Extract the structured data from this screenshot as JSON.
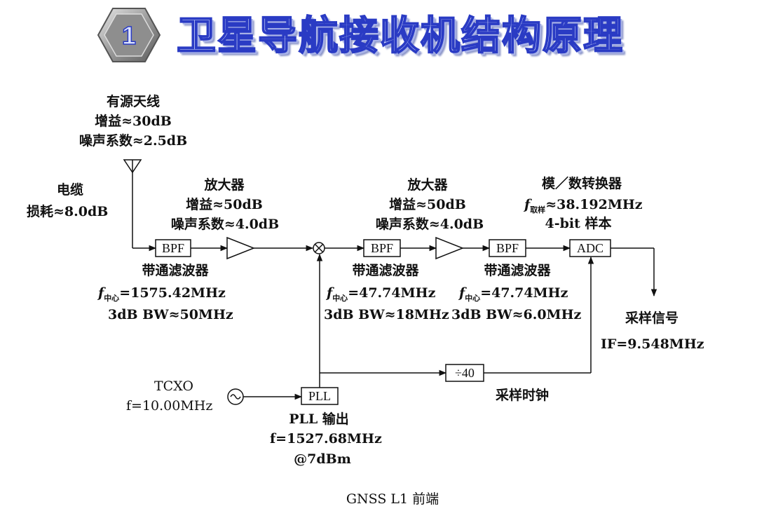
{
  "title": {
    "badge": "1",
    "text": "卫星导航接收机结构原理"
  },
  "antenna": {
    "name": "有源天线",
    "gain": "增益≈30dB",
    "nf": "噪声系数≈2.5dB"
  },
  "cable": {
    "name": "电缆",
    "loss": "损耗≈8.0dB"
  },
  "amp1": {
    "name": "放大器",
    "gain": "增益≈50dB",
    "nf": "噪声系数≈4.0dB"
  },
  "amp2": {
    "name": "放大器",
    "gain": "增益≈50dB",
    "nf": "噪声系数≈4.0dB"
  },
  "bpf1": {
    "box": "BPF",
    "name": "带通滤波器",
    "fc": "=1575.42MHz",
    "bw": "3dB BW≈50MHz"
  },
  "bpf2": {
    "box": "BPF",
    "name": "带通滤波器",
    "fc": "=47.74MHz",
    "bw": "3dB BW≈18MHz"
  },
  "bpf3": {
    "box": "BPF",
    "name": "带通滤波器",
    "fc": "=47.74MHz",
    "bw": "3dB BW≈6.0MHz"
  },
  "f_symbol": "f",
  "fc_sub": "中心",
  "fs_sub": "取样",
  "adc": {
    "box": "ADC",
    "name": "模／数转换器",
    "fs": "≈38.192MHz",
    "bits": "4-bit 样本"
  },
  "output": {
    "name": "采样信号",
    "if": "IF=9.548MHz"
  },
  "divider": {
    "box": "÷40",
    "clock": "采样时钟"
  },
  "tcxo": {
    "name": "TCXO",
    "freq": "f=10.00MHz"
  },
  "pll": {
    "box": "PLL",
    "name": "PLL 输出",
    "freq": "f=1527.68MHz",
    "power": "@7dBm"
  },
  "caption": "GNSS L1 前端"
}
